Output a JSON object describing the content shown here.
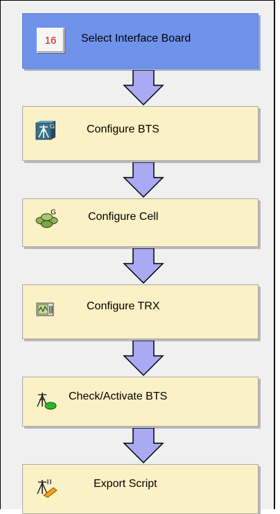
{
  "steps": [
    {
      "label": "Select Interface Board",
      "badge": "16",
      "icon": "interface-board-badge",
      "active": true
    },
    {
      "label": "Configure BTS",
      "icon": "bts-tower-icon"
    },
    {
      "label": "Configure Cell",
      "icon": "cell-icon"
    },
    {
      "label": "Configure TRX",
      "icon": "trx-icon"
    },
    {
      "label": "Check/Activate BTS",
      "icon": "check-activate-icon"
    },
    {
      "label": "Export Script",
      "icon": "export-script-icon"
    }
  ],
  "colors": {
    "active_step": "#6f92ea",
    "step": "#fbf1c6",
    "arrow": "#a9aaf3",
    "badge_text": "#e01010"
  }
}
